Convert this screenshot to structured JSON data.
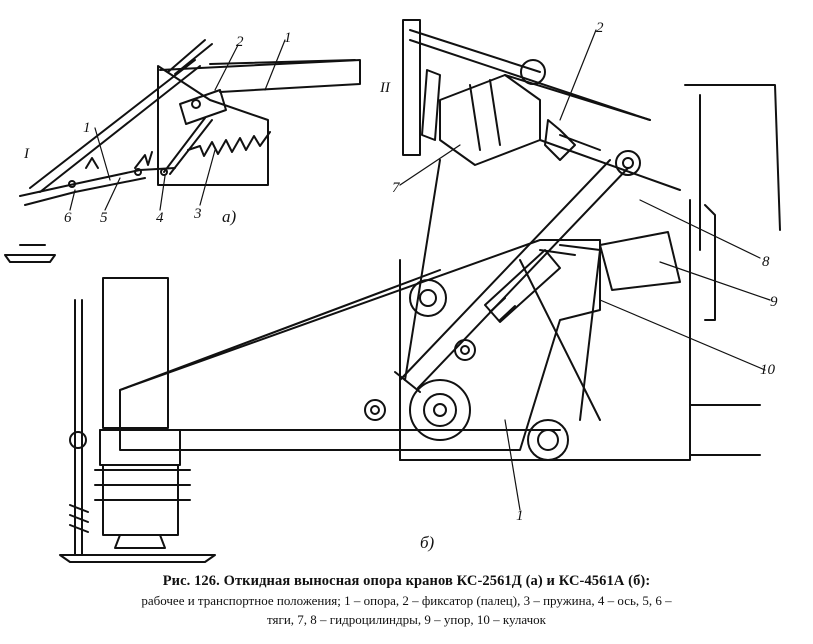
{
  "figure": {
    "view_a": {
      "label": "а)",
      "parts": {
        "p1_top": "1",
        "p1_side": "1",
        "p2": "2",
        "p3": "3",
        "p4": "4",
        "p5": "5",
        "p6": "6",
        "pos_II": "II",
        "pos_I": "I"
      }
    },
    "view_b": {
      "label": "б)",
      "parts": {
        "p1": "1",
        "p2": "2",
        "p7": "7",
        "p8": "8",
        "p9": "9",
        "p10": "10"
      }
    }
  },
  "caption": {
    "title": "Рис. 126. Откидная выносная опора кранов КС-2561Д (а) и КС-4561А (б):",
    "line2": "рабочее и транспортное положения; 1 – опора, 2 – фиксатор (палец), 3 – пружина, 4 – ось, 5, 6 –",
    "line3": "тяги, 7, 8 – гидроцилиндры, 9 – упор, 10 – кулачок"
  }
}
